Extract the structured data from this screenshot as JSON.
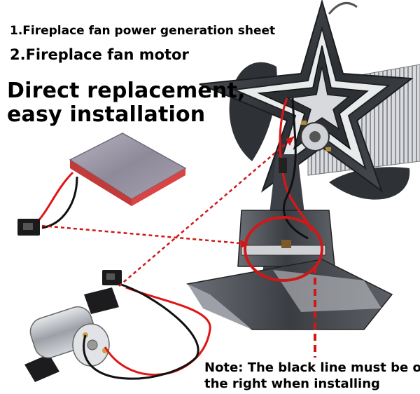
{
  "labels": {
    "item1": "1.Fireplace fan power generation sheet",
    "item2": "2.Fireplace fan motor"
  },
  "headline": {
    "line1": "Direct replacement,",
    "line2": "easy installation"
  },
  "note": {
    "line1": "Note: The black line must be on",
    "line2": "the right when installing"
  },
  "colors": {
    "highlight": "#d01818",
    "text": "#000000",
    "metal": "#3a3d42",
    "wire_red": "#e01515",
    "wire_black": "#111111"
  }
}
